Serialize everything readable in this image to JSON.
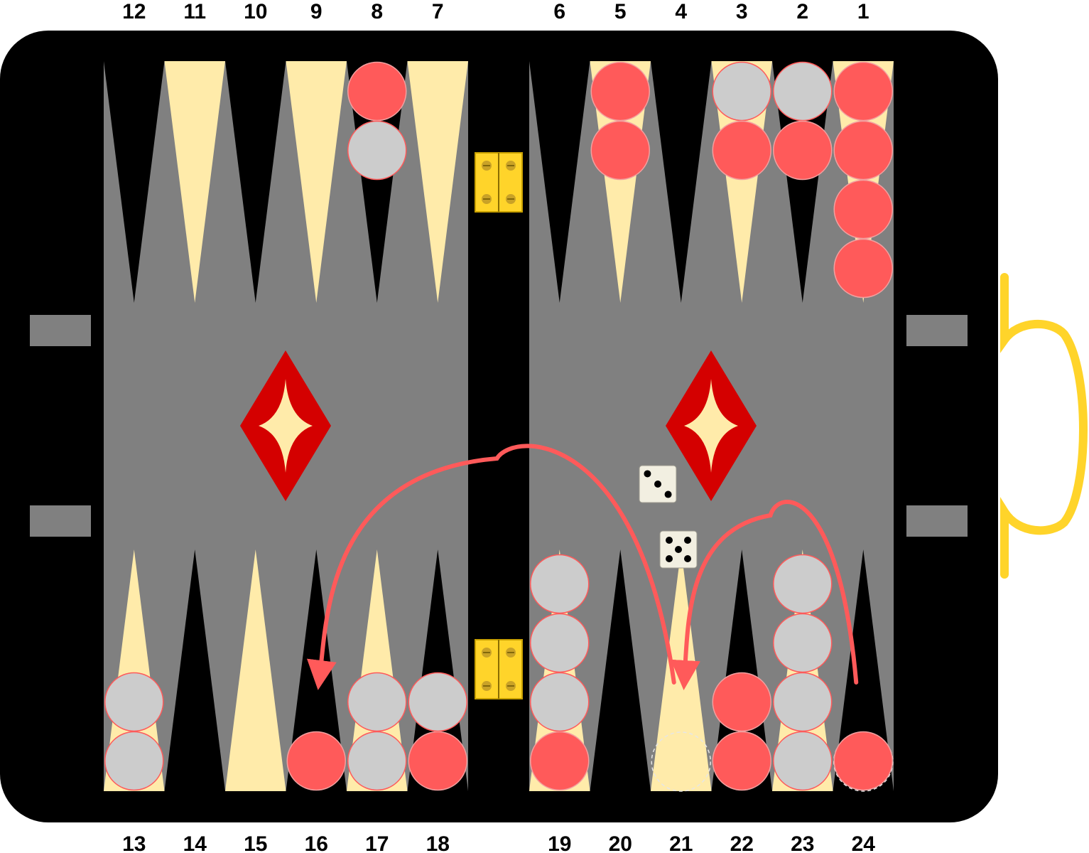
{
  "colors": {
    "frame": "#000000",
    "felt": "#808080",
    "point_light": "#ffebaa",
    "point_dark": "#000000",
    "checker_red": "#ff5a5a",
    "checker_grey": "#cccccc",
    "checker_edge": "#ff5a5a",
    "hinge": "#ffd42a",
    "handle": "#ffd42a",
    "diamond_outer": "#d40000",
    "die_face": "#f2efe1",
    "arrow": "#ff5a5a"
  },
  "point_labels": [
    "1",
    "2",
    "3",
    "4",
    "5",
    "6",
    "7",
    "8",
    "9",
    "10",
    "11",
    "12",
    "13",
    "14",
    "15",
    "16",
    "17",
    "18",
    "19",
    "20",
    "21",
    "22",
    "23",
    "24"
  ],
  "points": [
    {
      "n": 1,
      "checkers": [
        "red",
        "red",
        "red",
        "red"
      ]
    },
    {
      "n": 2,
      "checkers": [
        "grey",
        "red"
      ]
    },
    {
      "n": 3,
      "checkers": [
        "grey",
        "red"
      ]
    },
    {
      "n": 4,
      "checkers": []
    },
    {
      "n": 5,
      "checkers": [
        "red",
        "red"
      ]
    },
    {
      "n": 6,
      "checkers": []
    },
    {
      "n": 7,
      "checkers": []
    },
    {
      "n": 8,
      "checkers": [
        "red",
        "grey"
      ]
    },
    {
      "n": 9,
      "checkers": []
    },
    {
      "n": 10,
      "checkers": []
    },
    {
      "n": 11,
      "checkers": []
    },
    {
      "n": 12,
      "checkers": []
    },
    {
      "n": 13,
      "checkers": [
        "grey",
        "grey"
      ]
    },
    {
      "n": 14,
      "checkers": []
    },
    {
      "n": 15,
      "checkers": []
    },
    {
      "n": 16,
      "checkers": [
        "red"
      ]
    },
    {
      "n": 17,
      "checkers": [
        "grey",
        "grey"
      ]
    },
    {
      "n": 18,
      "checkers": [
        "red",
        "grey"
      ]
    },
    {
      "n": 19,
      "checkers": [
        "red",
        "grey",
        "grey",
        "grey"
      ]
    },
    {
      "n": 20,
      "checkers": []
    },
    {
      "n": 21,
      "checkers": []
    },
    {
      "n": 22,
      "checkers": [
        "red",
        "red"
      ]
    },
    {
      "n": 23,
      "checkers": [
        "grey",
        "grey",
        "grey",
        "grey"
      ]
    },
    {
      "n": 24,
      "checkers": [
        "red"
      ]
    }
  ],
  "ghost_points": [
    21,
    24
  ],
  "dice": [
    3,
    5
  ],
  "moves": [
    {
      "from": 21,
      "to": 16
    },
    {
      "from": 24,
      "to": 21
    }
  ]
}
